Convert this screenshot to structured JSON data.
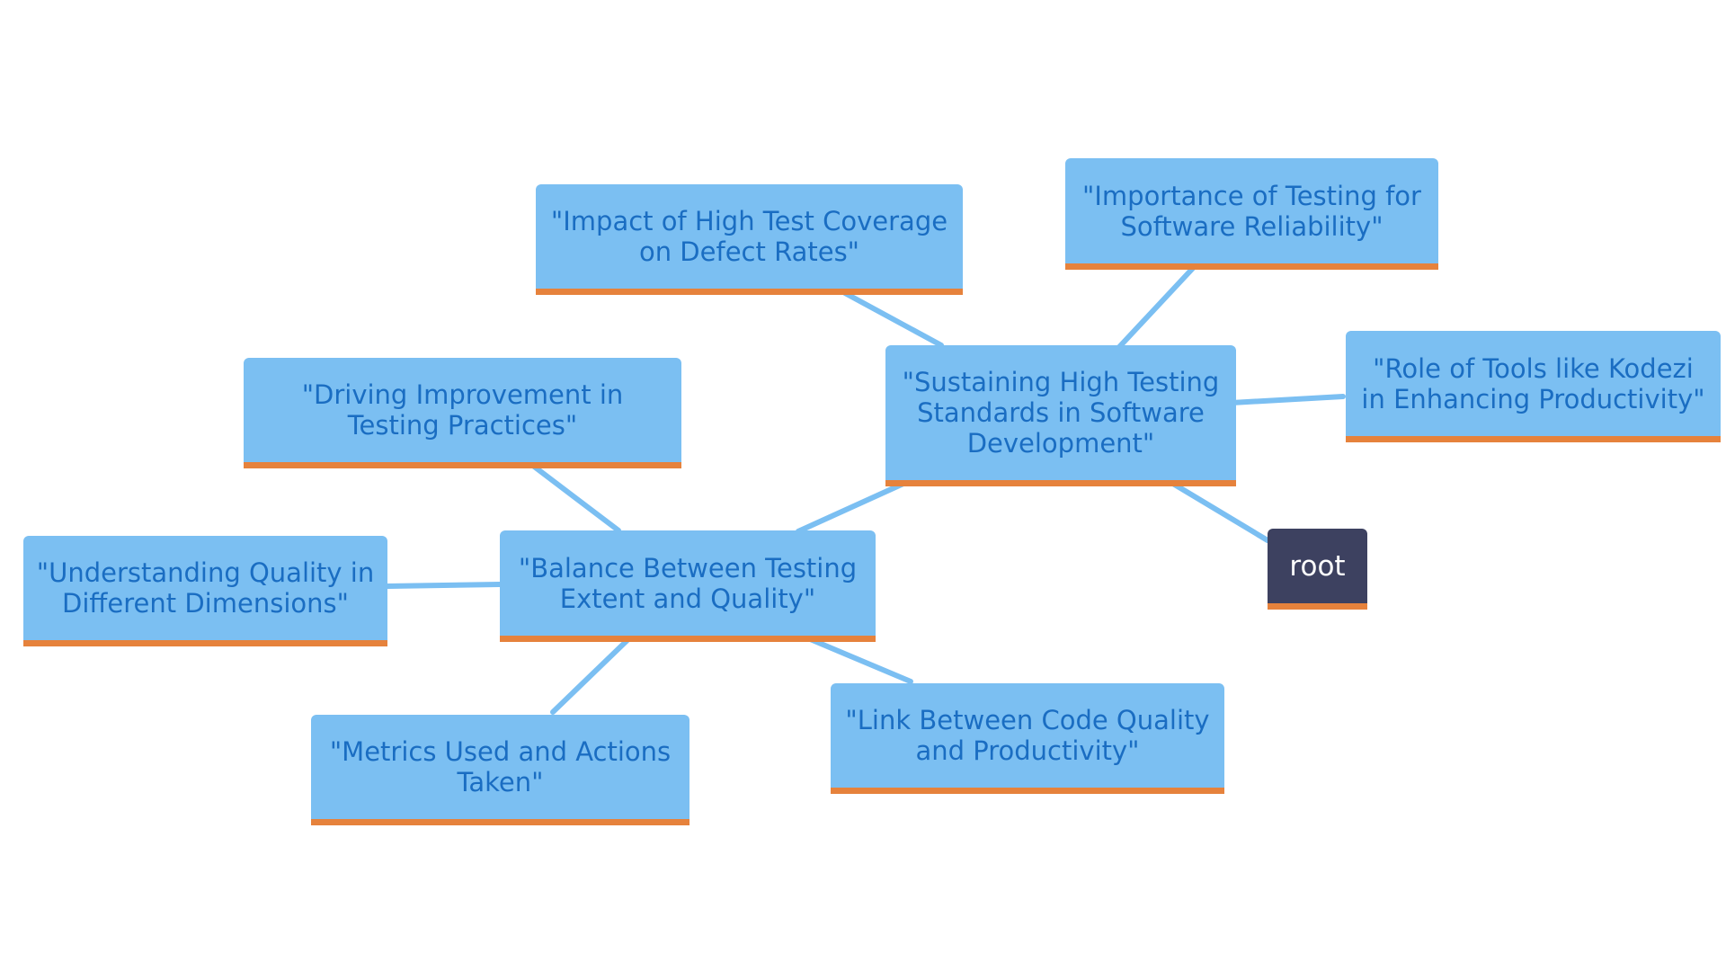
{
  "diagram": {
    "type": "mindmap",
    "colors": {
      "node_fill": "#7bbff2",
      "node_text": "#1a6dc2",
      "node_underline": "#e6823c",
      "edge": "#7bbff2",
      "root_fill": "#3d4160",
      "root_text": "#ffffff"
    },
    "nodes": {
      "root": {
        "label": "root"
      },
      "sustaining": {
        "label": "\"Sustaining High Testing Standards in Software Development\""
      },
      "importance": {
        "label": "\"Importance of Testing for Software Reliability\""
      },
      "impact": {
        "label": "\"Impact of High Test Coverage on Defect Rates\""
      },
      "role_tools": {
        "label": "\"Role of Tools like Kodezi in Enhancing Productivity\""
      },
      "balance": {
        "label": "\"Balance Between Testing Extent and Quality\""
      },
      "driving": {
        "label": "\"Driving Improvement in Testing Practices\""
      },
      "understanding": {
        "label": "\"Understanding Quality in Different Dimensions\""
      },
      "metrics": {
        "label": "\"Metrics Used and Actions Taken\""
      },
      "link": {
        "label": "\"Link Between Code Quality and Productivity\""
      }
    },
    "edges": [
      {
        "from": "sustaining",
        "to": "root"
      },
      {
        "from": "sustaining",
        "to": "importance"
      },
      {
        "from": "sustaining",
        "to": "impact"
      },
      {
        "from": "sustaining",
        "to": "role_tools"
      },
      {
        "from": "sustaining",
        "to": "balance"
      },
      {
        "from": "balance",
        "to": "driving"
      },
      {
        "from": "balance",
        "to": "understanding"
      },
      {
        "from": "balance",
        "to": "metrics"
      },
      {
        "from": "balance",
        "to": "link"
      }
    ]
  }
}
